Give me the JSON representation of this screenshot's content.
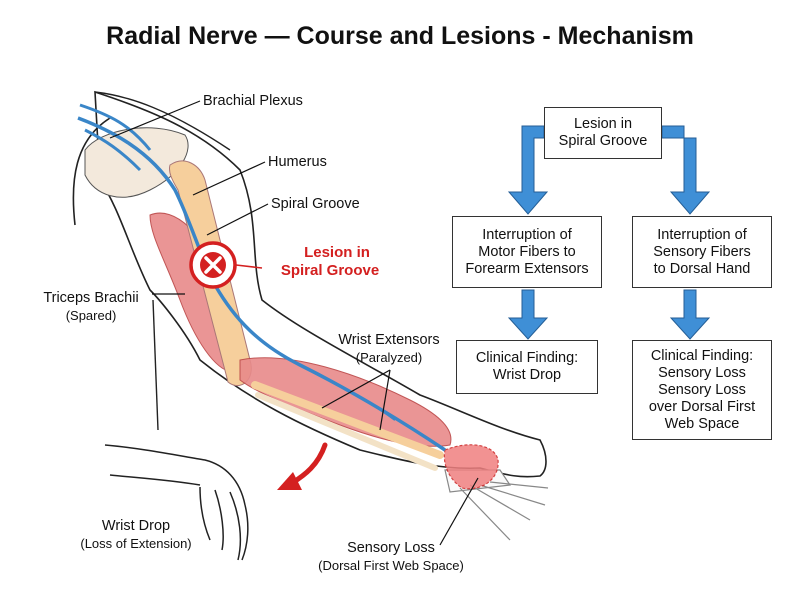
{
  "title": "Radial Nerve — Course and Lesions - Mechanism",
  "labels": {
    "brachial_plexus": "Brachial Plexus",
    "humerus": "Humerus",
    "spiral_groove": "Spiral Groove",
    "lesion_line1": "Lesion in",
    "lesion_line2": "Spiral Groove",
    "triceps": "Triceps Brachii",
    "triceps_sub": "(Spared)",
    "wrist_extensors": "Wrist Extensors",
    "wrist_extensors_sub": "(Paralyzed)",
    "wrist_drop": "Wrist Drop",
    "wrist_drop_sub": "(Loss of Extension)",
    "sensory_loss": "Sensory Loss",
    "sensory_loss_sub": "(Dorsal First Web Space)"
  },
  "flow": {
    "top": [
      "Lesion in",
      "Spiral Groove"
    ],
    "left_mid": [
      "Interruption of",
      "Motor Fibers to",
      "Forearm Extensors"
    ],
    "right_mid": [
      "Interruption of",
      "Sensory Fibers",
      "to Dorsal Hand"
    ],
    "left_bottom": [
      "Clinical Finding:",
      "Wrist Drop"
    ],
    "right_bottom": [
      "Clinical Finding:",
      "Sensory Loss",
      "Sensory Loss",
      "over Dorsal First",
      "Web Space"
    ]
  },
  "colors": {
    "nerve": "#3a86c8",
    "arrow_fill": "#3f8fd6",
    "muscle": "#e88a8a",
    "bone": "#f6cf9c",
    "lesion": "#d42020"
  }
}
